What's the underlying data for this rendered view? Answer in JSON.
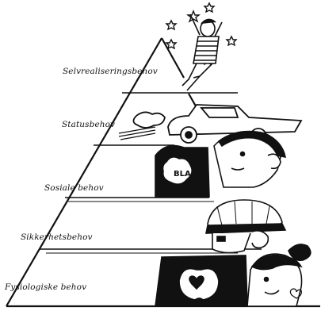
{
  "pyramid": {
    "levels": [
      {
        "label": "Selvrealiseringsbehov"
      },
      {
        "label": "Statusbehov"
      },
      {
        "label": "Sosiale behov"
      },
      {
        "label": "Sikkerhetsbehov"
      },
      {
        "label": "Fysiologiske behov"
      }
    ],
    "speech_bubble_text": "BLA",
    "icons": [
      "star-icon",
      "car-icon",
      "heart-icon",
      "apple-icon"
    ],
    "colors": {
      "ink": "#111111",
      "paper": "#ffffff"
    }
  }
}
